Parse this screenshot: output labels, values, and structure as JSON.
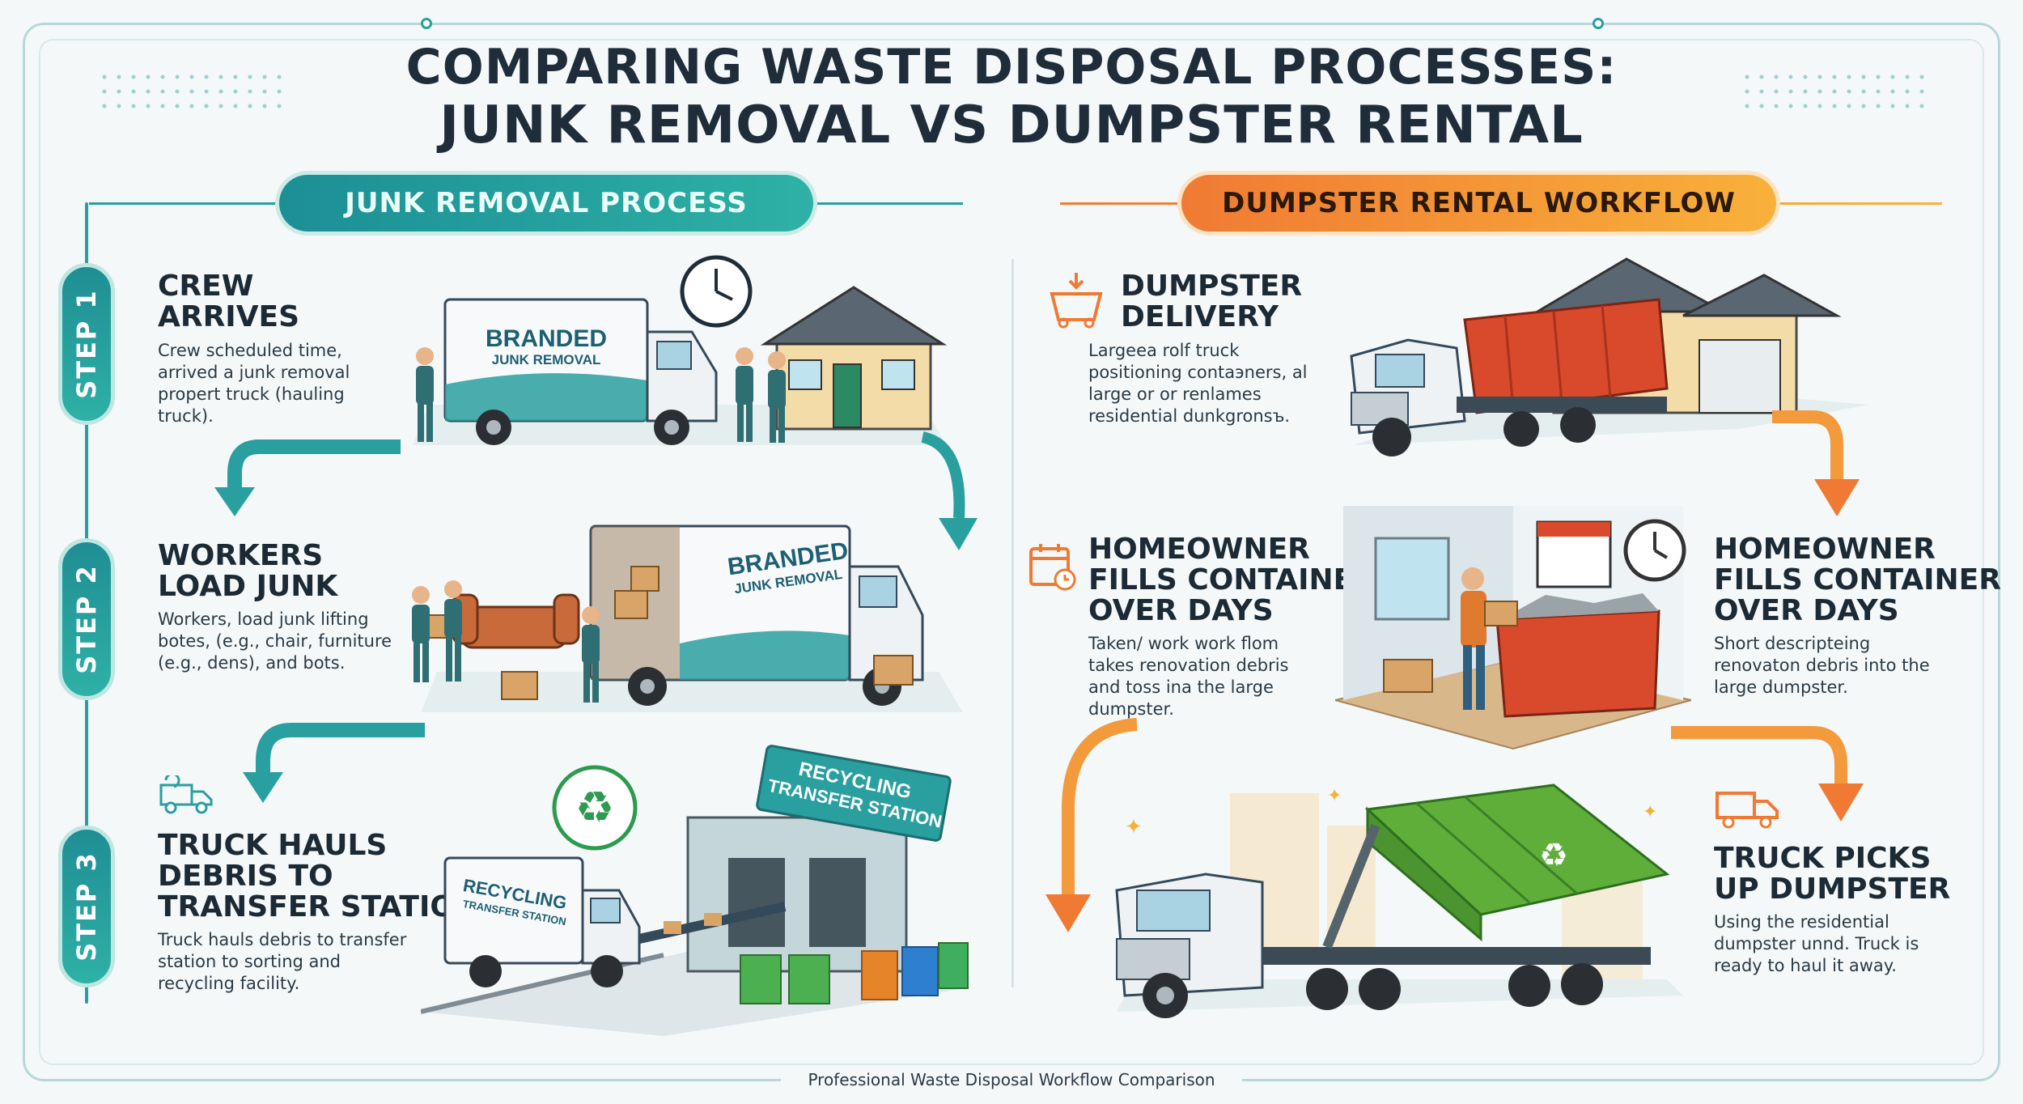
{
  "title": {
    "line1": "COMPARING WASTE DISPOSAL PROCESSES:",
    "line2": "JUNK REMOVAL VS DUMPSTER RENTAL"
  },
  "left": {
    "header": "JUNK REMOVAL PROCESS",
    "steps": [
      {
        "badge": "STEP 1",
        "title_l1": "CREW",
        "title_l2": "ARRIVES",
        "desc": "Crew scheduled time, arrived a junk removal propert truck (hauling truck).",
        "truck_text_l1": "BRANDED",
        "truck_text_l2": "JUNK REMOVAL"
      },
      {
        "badge": "STEP 2",
        "title_l1": "WORKERS",
        "title_l2": "LOAD JUNK",
        "desc": "Workers, load junk lifting botes, (e.g., chair, furniture (e.g., dens), and bots.",
        "truck_text_l1": "BRANDED",
        "truck_text_l2": "JUNK REMOVAL"
      },
      {
        "badge": "STEP 3",
        "title_l1": "TRUCK HAULS",
        "title_l2": "DEBRIS TO",
        "title_l3": "TRANSFER STATION",
        "desc": "Truck hauls debris to transfer station to sorting and recycling facility.",
        "truck_text_l1": "RECYCLING",
        "truck_text_l2": "TRANSFER STATION",
        "station_sign_l1": "RECYCLING",
        "station_sign_l2": "TRANSFER STATION"
      }
    ]
  },
  "right": {
    "header": "DUMPSTER RENTAL WORKFLOW",
    "steps": [
      {
        "title_l1": "DUMPSTER",
        "title_l2": "DELIVERY",
        "desc": "Largeea rolf truck positioning contaэners, al large or or renlames residential dunkgronsъ.",
        "icon": "dumpster-icon"
      },
      {
        "title_l1": "HOMEOWNER",
        "title_l2": "FILLS CONTAINER",
        "title_l3": "OVER DAYS",
        "desc": "Taken/ work work flom takes renovation debris and toss ina the large dumpster.",
        "icon": "calendar-icon"
      },
      {
        "title_l1": "HOMEOWNER",
        "title_l2": "FILLS CONTAINER",
        "title_l3": "OVER DAYS",
        "desc": "Short descripteing renovaton debris into the large dumpster."
      },
      {
        "title_l1": "TRUCK PICKS",
        "title_l2": "UP DUMPSTER",
        "desc": "Using the residential dumpster unnd. Truck is ready to haul it away.",
        "icon": "truck-icon"
      }
    ]
  },
  "footer": "Professional Waste Disposal Workflow Comparison",
  "colors": {
    "teal": "#1f8e94",
    "teal_light": "#2eb1a6",
    "orange": "#f07a33",
    "orange_light": "#f8b13a",
    "dumpster_red": "#d9492b",
    "dumpster_green": "#5fae3a"
  }
}
